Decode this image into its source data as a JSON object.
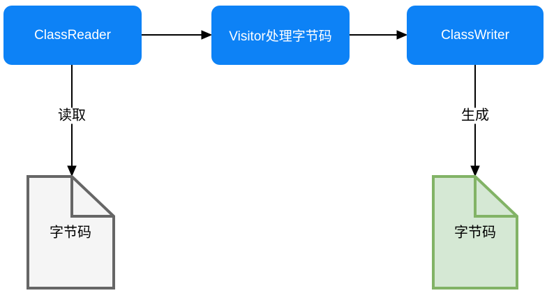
{
  "diagram": {
    "type": "flowchart",
    "background": "#ffffff",
    "arrow_color": "#000000",
    "node_fill": "#0d82f6",
    "node_text_color": "#ffffff",
    "nodes": [
      {
        "id": "class-reader",
        "label": "ClassReader"
      },
      {
        "id": "visitor-process",
        "label": "Visitor处理字节码"
      },
      {
        "id": "class-writer",
        "label": "ClassWriter"
      }
    ],
    "documents": [
      {
        "id": "bytecode-input",
        "label": "字节码",
        "fill": "#f5f5f5",
        "stroke": "#666666"
      },
      {
        "id": "bytecode-output",
        "label": "字节码",
        "fill": "#d5e8d4",
        "stroke": "#82b366"
      }
    ],
    "edges": [
      {
        "from": "class-reader",
        "to": "visitor-process",
        "label": ""
      },
      {
        "from": "visitor-process",
        "to": "class-writer",
        "label": ""
      },
      {
        "from": "class-reader",
        "to": "bytecode-input",
        "label": "读取"
      },
      {
        "from": "class-writer",
        "to": "bytecode-output",
        "label": "生成"
      }
    ]
  }
}
